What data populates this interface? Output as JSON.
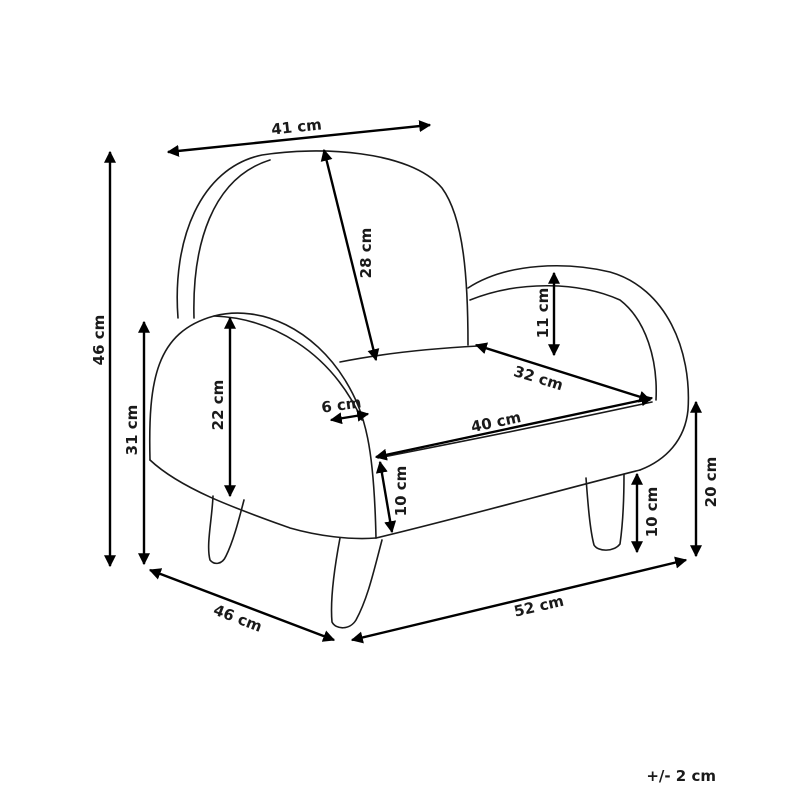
{
  "dimensions": {
    "top_width": "41 cm",
    "total_height": "46 cm",
    "back_height": "28 cm",
    "arm_height_total": "31 cm",
    "arm_inner_height": "22 cm",
    "arm_width": "6 cm",
    "arm_rise": "11 cm",
    "seat_depth": "32 cm",
    "seat_width": "40 cm",
    "seat_cushion_front": "10 cm",
    "leg_height": "10 cm",
    "seat_height": "20 cm",
    "depth": "46 cm",
    "width": "52 cm"
  },
  "tolerance": "+/- 2 cm"
}
